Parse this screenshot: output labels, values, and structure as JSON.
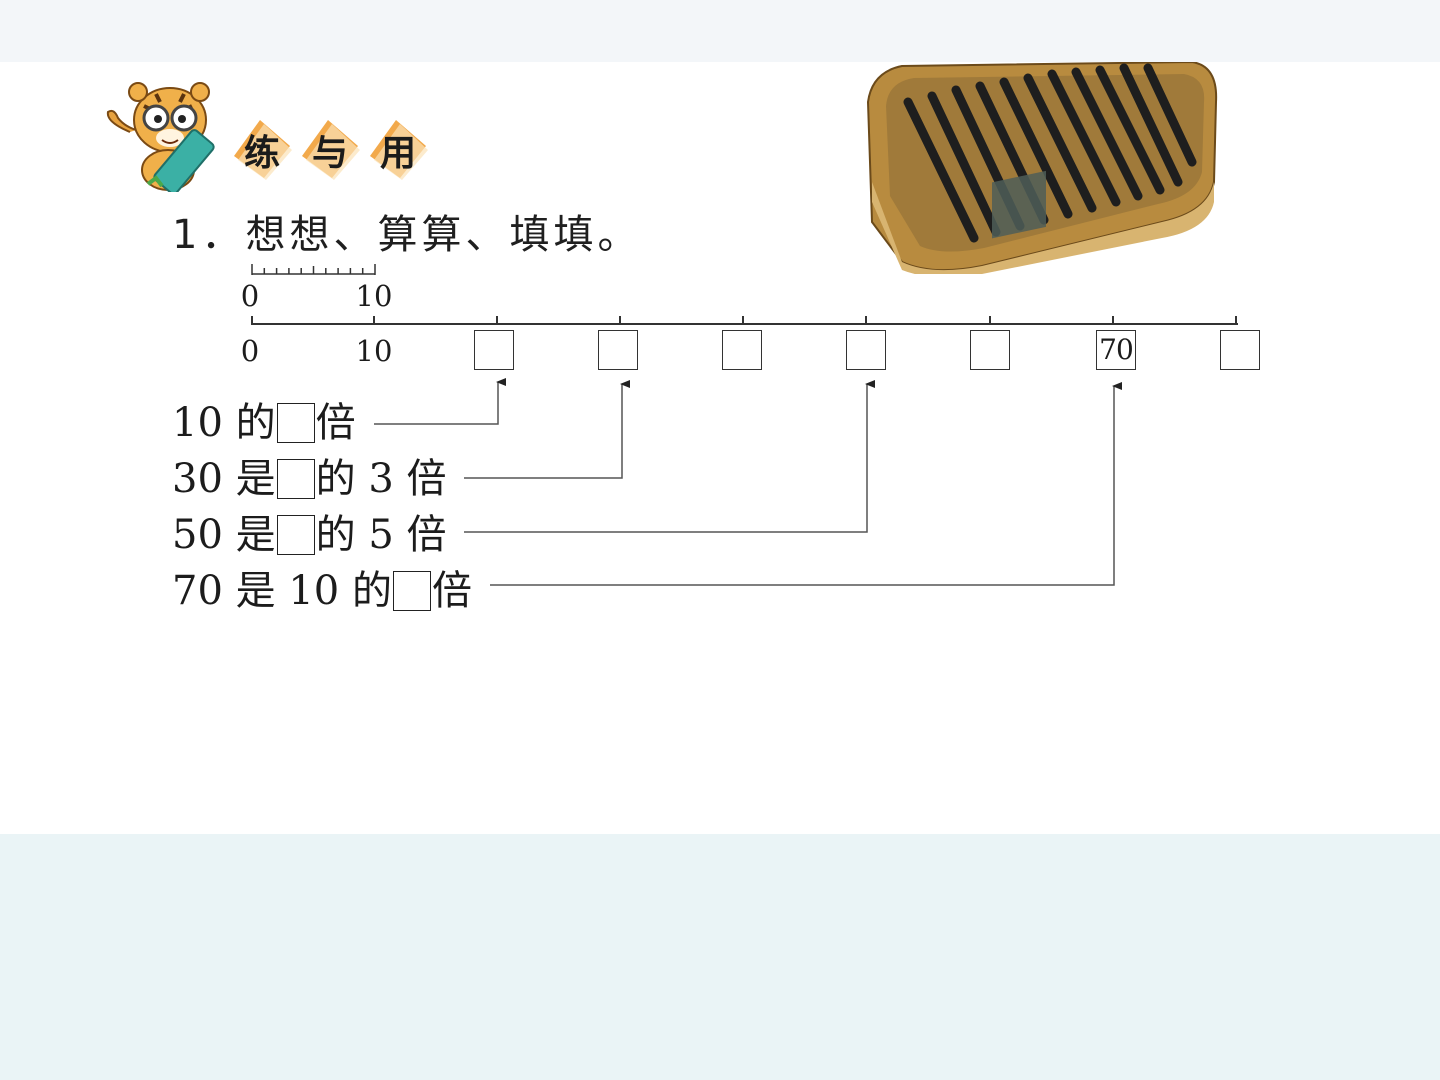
{
  "section": {
    "badge_chars": [
      "练",
      "与",
      "用"
    ]
  },
  "exercise": {
    "title": "1．想想、算算、填填。"
  },
  "scale_ruler": {
    "start_label": "0",
    "end_label": "10"
  },
  "number_line": {
    "label_0": "0",
    "label_1": "10",
    "boxes": [
      "",
      "",
      "",
      "",
      "",
      "70",
      ""
    ]
  },
  "statements": [
    {
      "text_a": "10 的",
      "text_b": "倍",
      "text_c": ""
    },
    {
      "text_a": "30 是",
      "text_b": "的 3 倍",
      "text_c": ""
    },
    {
      "text_a": "50 是",
      "text_b": "的 5 倍",
      "text_c": ""
    },
    {
      "text_a": "70 是 10 的",
      "text_b": "倍",
      "text_c": ""
    }
  ],
  "colors": {
    "badge_orange": "#f2a94b",
    "abacus_wood": "#c9a25a",
    "abacus_bead": "#2a2a2a"
  }
}
